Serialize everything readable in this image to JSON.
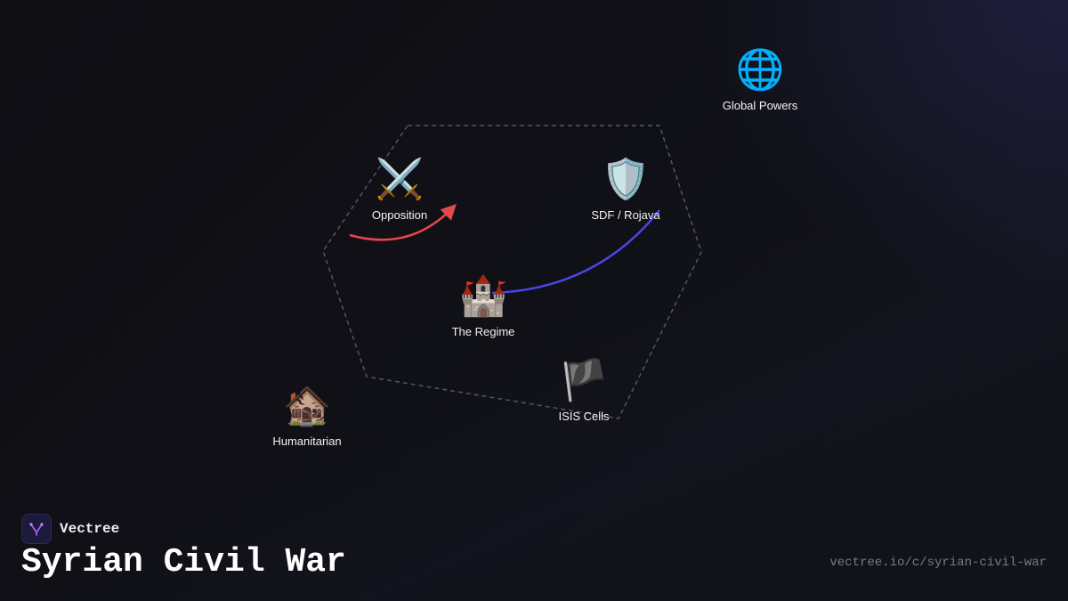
{
  "title": "Syrian Civil War",
  "brand": {
    "name": "Vectree",
    "logo_icon": "vectree-logo-icon"
  },
  "url": "vectree.io/c/syrian-civil-war",
  "nodes": [
    {
      "id": "global-powers",
      "label": "Global Powers",
      "icon": "🌐",
      "icon_name": "globe-icon"
    },
    {
      "id": "opposition",
      "label": "Opposition",
      "icon": "⚔️",
      "icon_name": "crossed-swords-icon"
    },
    {
      "id": "sdf-rojava",
      "label": "SDF / Rojava",
      "icon": "🛡️",
      "icon_name": "shield-icon"
    },
    {
      "id": "regime",
      "label": "The Regime",
      "icon": "🏰",
      "icon_name": "castle-icon"
    },
    {
      "id": "isis-cells",
      "label": "ISIS Cells",
      "icon": "🏴",
      "icon_name": "black-flag-icon"
    },
    {
      "id": "humanitarian",
      "label": "Humanitarian",
      "icon": "🏚️",
      "icon_name": "derelict-house-icon"
    }
  ],
  "edges": [
    {
      "from": "opposition",
      "to": "regime",
      "color": "#e5484d",
      "arrow": true
    },
    {
      "from": "regime",
      "to": "sdf-rojava",
      "color": "#4a47e8",
      "arrow": false
    }
  ],
  "colors": {
    "background": "#0f0f14",
    "hexagon_outline": "#555560",
    "text": "#f2f2f5",
    "url_text": "#7a7a85"
  }
}
